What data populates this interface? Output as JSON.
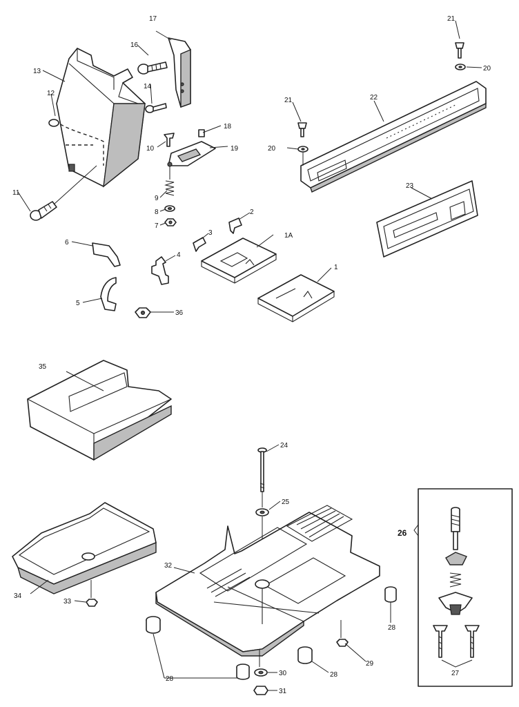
{
  "labels": {
    "p1": "1",
    "p1a": "1A",
    "p2": "2",
    "p3": "3",
    "p4": "4",
    "p5": "5",
    "p6": "6",
    "p7": "7",
    "p8": "8",
    "p9": "9",
    "p10": "10",
    "p11": "11",
    "p12": "12",
    "p13": "13",
    "p14": "14",
    "p16": "16",
    "p17": "17",
    "p18": "18",
    "p19": "19",
    "p20a": "20",
    "p20b": "20",
    "p21a": "21",
    "p21b": "21",
    "p22": "22",
    "p23": "23",
    "p24": "24",
    "p25": "25",
    "p26": "26",
    "p27": "27",
    "p28a": "28",
    "p28b": "28",
    "p28c": "28",
    "p29": "29",
    "p30": "30",
    "p31": "31",
    "p32": "32",
    "p33": "33",
    "p34": "34",
    "p35": "35",
    "p36": "36"
  }
}
